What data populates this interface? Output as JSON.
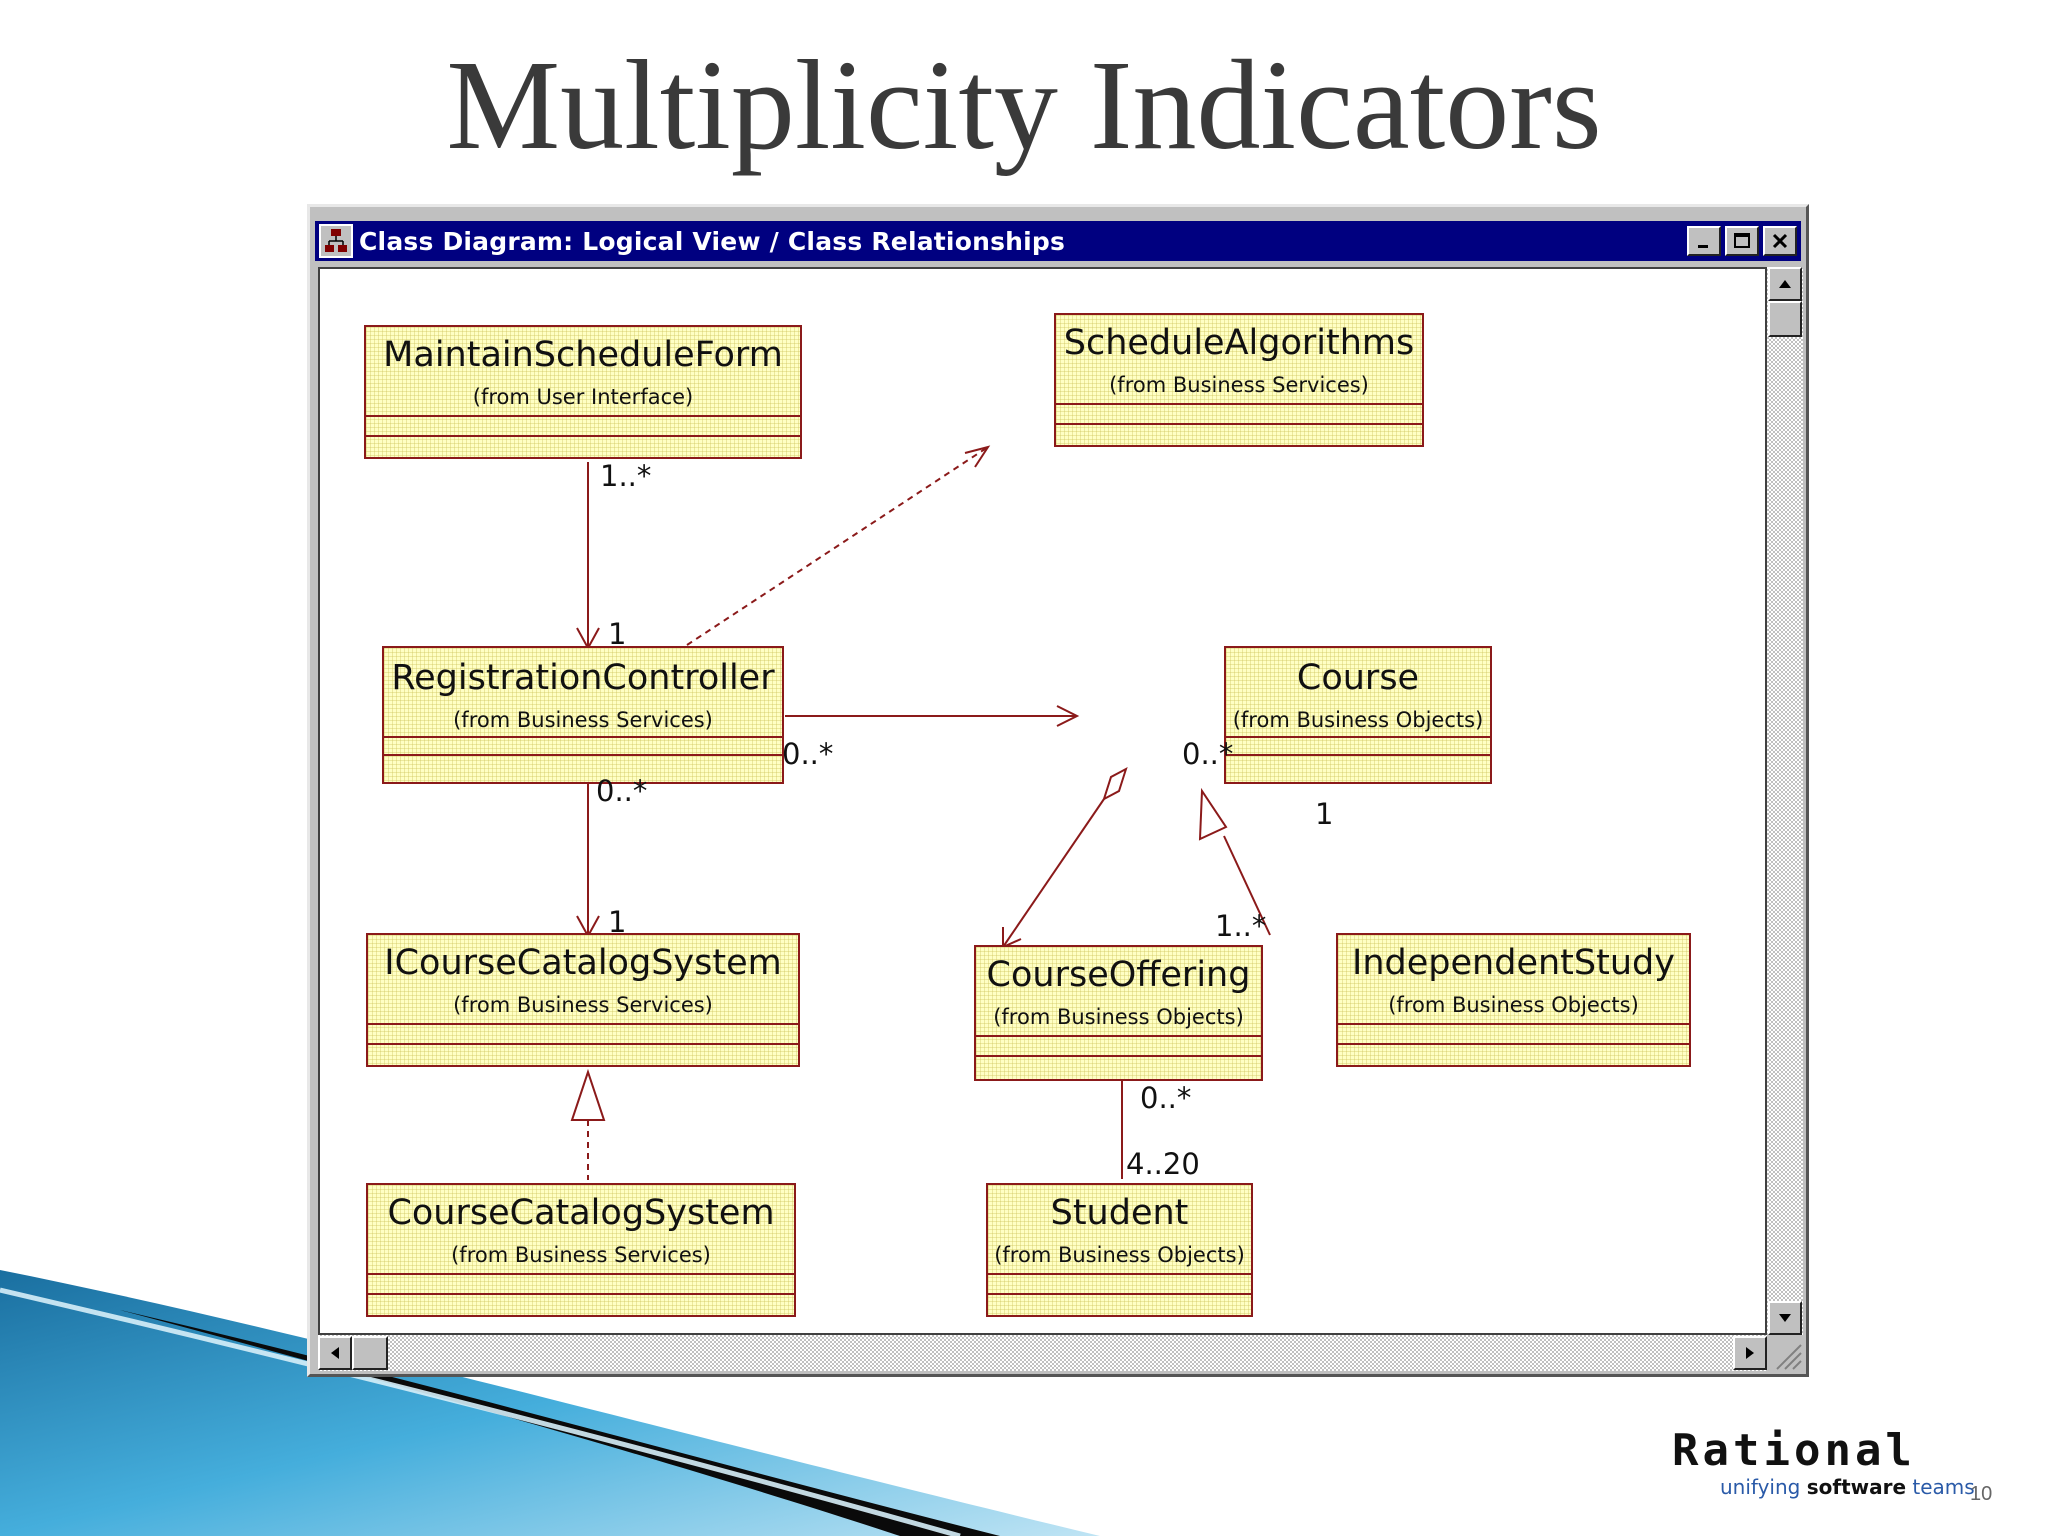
{
  "slide": {
    "title": "Multiplicity Indicators",
    "page_number": "10"
  },
  "window": {
    "title": "Class Diagram: Logical View / Class Relationships"
  },
  "classes": [
    {
      "key": "msf",
      "name": "MaintainScheduleForm",
      "from": "(from User Interface)"
    },
    {
      "key": "sa",
      "name": "ScheduleAlgorithms",
      "from": "(from Business Services)"
    },
    {
      "key": "rc",
      "name": "RegistrationController",
      "from": "(from Business Services)"
    },
    {
      "key": "course",
      "name": "Course",
      "from": "(from Business Objects)"
    },
    {
      "key": "iccs",
      "name": "ICourseCatalogSystem",
      "from": "(from Business Services)"
    },
    {
      "key": "co",
      "name": "CourseOffering",
      "from": "(from Business Objects)"
    },
    {
      "key": "is",
      "name": "IndependentStudy",
      "from": "(from Business Objects)"
    },
    {
      "key": "ccs",
      "name": "CourseCatalogSystem",
      "from": "(from Business Services)"
    },
    {
      "key": "student",
      "name": "Student",
      "from": "(from Business Objects)"
    }
  ],
  "multiplicities": {
    "msf_rc_source": "1..*",
    "msf_rc_target": "1",
    "rc_course_source": "0..*",
    "rc_course_target": "0..*",
    "rc_iccs_source": "0..*",
    "rc_iccs_target": "1",
    "course_co_source": "1",
    "course_co_target": "1..*",
    "co_student_source": "0..*",
    "co_student_target": "4..20"
  },
  "relationships": [
    {
      "from": "MaintainScheduleForm",
      "to": "RegistrationController",
      "kind": "association"
    },
    {
      "from": "RegistrationController",
      "to": "ScheduleAlgorithms",
      "kind": "dependency"
    },
    {
      "from": "RegistrationController",
      "to": "Course",
      "kind": "association"
    },
    {
      "from": "RegistrationController",
      "to": "ICourseCatalogSystem",
      "kind": "association"
    },
    {
      "from": "Course",
      "to": "CourseOffering",
      "kind": "aggregation"
    },
    {
      "from": "IndependentStudy",
      "to": "Course",
      "kind": "generalization"
    },
    {
      "from": "CourseCatalogSystem",
      "to": "ICourseCatalogSystem",
      "kind": "realization"
    },
    {
      "from": "CourseOffering",
      "to": "Student",
      "kind": "association"
    }
  ],
  "logo": {
    "word": "Rational",
    "tagline_pre": "unifying",
    "tagline_bold": "software",
    "tagline_post": "teams"
  },
  "colors": {
    "titlebar": "#000080",
    "class_border": "#8b1a1a",
    "class_fill": "#ffffc4",
    "slide_wave": "#2a8fc4"
  }
}
